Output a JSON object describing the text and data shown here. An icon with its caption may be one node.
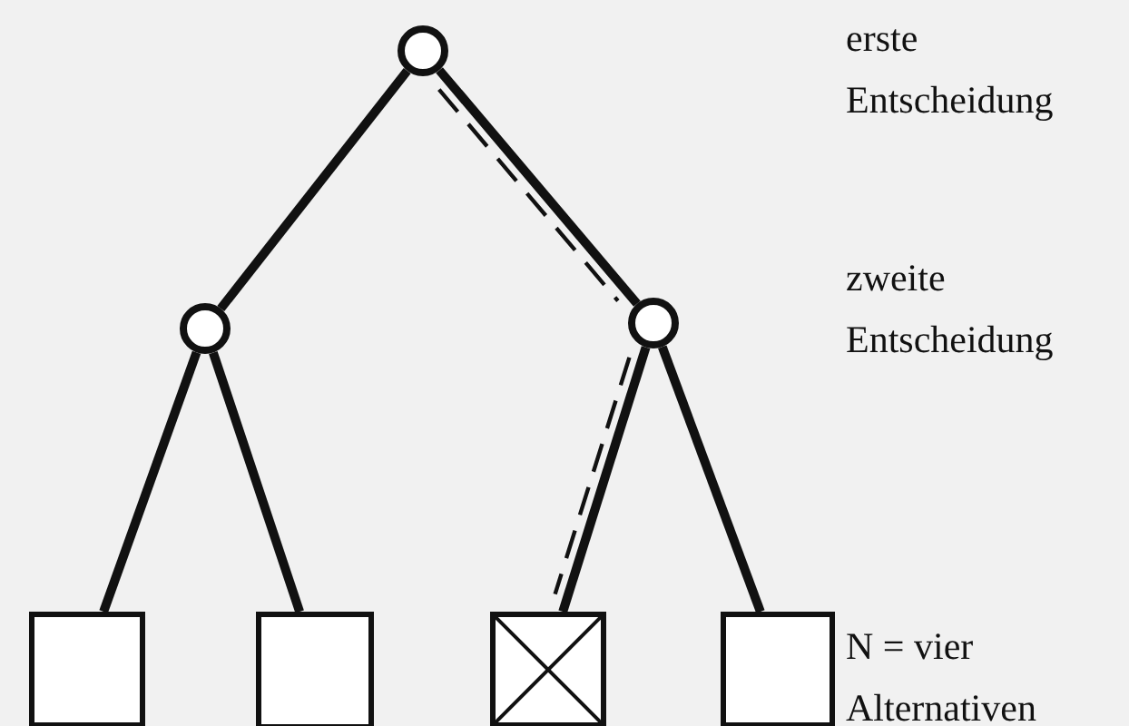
{
  "diagram": {
    "nodes": [
      {
        "text": [],
        "shape": "circle"
      },
      {
        "text": [],
        "shape": "circle"
      },
      {
        "text": [],
        "shape": "circle"
      },
      {
        "text": [],
        "shape": "box"
      },
      {
        "text": [],
        "shape": "box"
      },
      {
        "text": [],
        "shape": "box"
      },
      {
        "text": [],
        "shape": "box"
      }
    ],
    "edges": [
      {
        "from": 0,
        "to": 1,
        "arrow": "none"
      },
      {
        "from": 0,
        "to": 2,
        "arrow": "none"
      },
      {
        "from": 0,
        "to": 2,
        "arrow": "none",
        "style": "dashed"
      },
      {
        "from": 1,
        "to": 3,
        "arrow": "none"
      },
      {
        "from": 1,
        "to": 4,
        "arrow": "none"
      },
      {
        "from": 2,
        "to": 5,
        "arrow": "none"
      },
      {
        "from": 2,
        "to": 5,
        "arrow": "none",
        "style": "dashed"
      },
      {
        "from": 2,
        "to": 6,
        "arrow": "none"
      }
    ],
    "labels": [
      "erste Entscheidung",
      "zweite Entscheidung",
      "N = vier Alternativen"
    ]
  }
}
